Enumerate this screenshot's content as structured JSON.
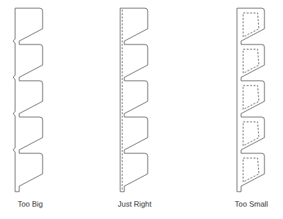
{
  "diagram": {
    "labels": [
      "Too Big",
      "Just Right",
      "Too Small"
    ]
  }
}
